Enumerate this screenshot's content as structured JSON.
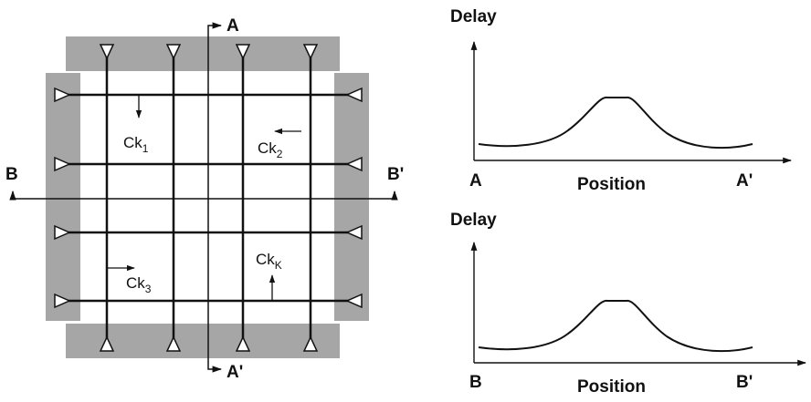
{
  "left_diagram": {
    "section_a": {
      "top": "A",
      "bottom": "A'"
    },
    "section_b": {
      "left": "B",
      "right": "B'"
    },
    "clocks": [
      {
        "base": "Ck",
        "sub": "1"
      },
      {
        "base": "Ck",
        "sub": "2"
      },
      {
        "base": "Ck",
        "sub": "3"
      },
      {
        "base": "Ck",
        "sub": "K"
      }
    ],
    "colors": {
      "buffer_bar": "#a6a6a6",
      "line": "#111111"
    }
  },
  "plots": [
    {
      "ylabel": "Delay",
      "xlabel": "Position",
      "x_start": "A",
      "x_end": "A'"
    },
    {
      "ylabel": "Delay",
      "xlabel": "Position",
      "x_start": "B",
      "x_end": "B'"
    }
  ]
}
